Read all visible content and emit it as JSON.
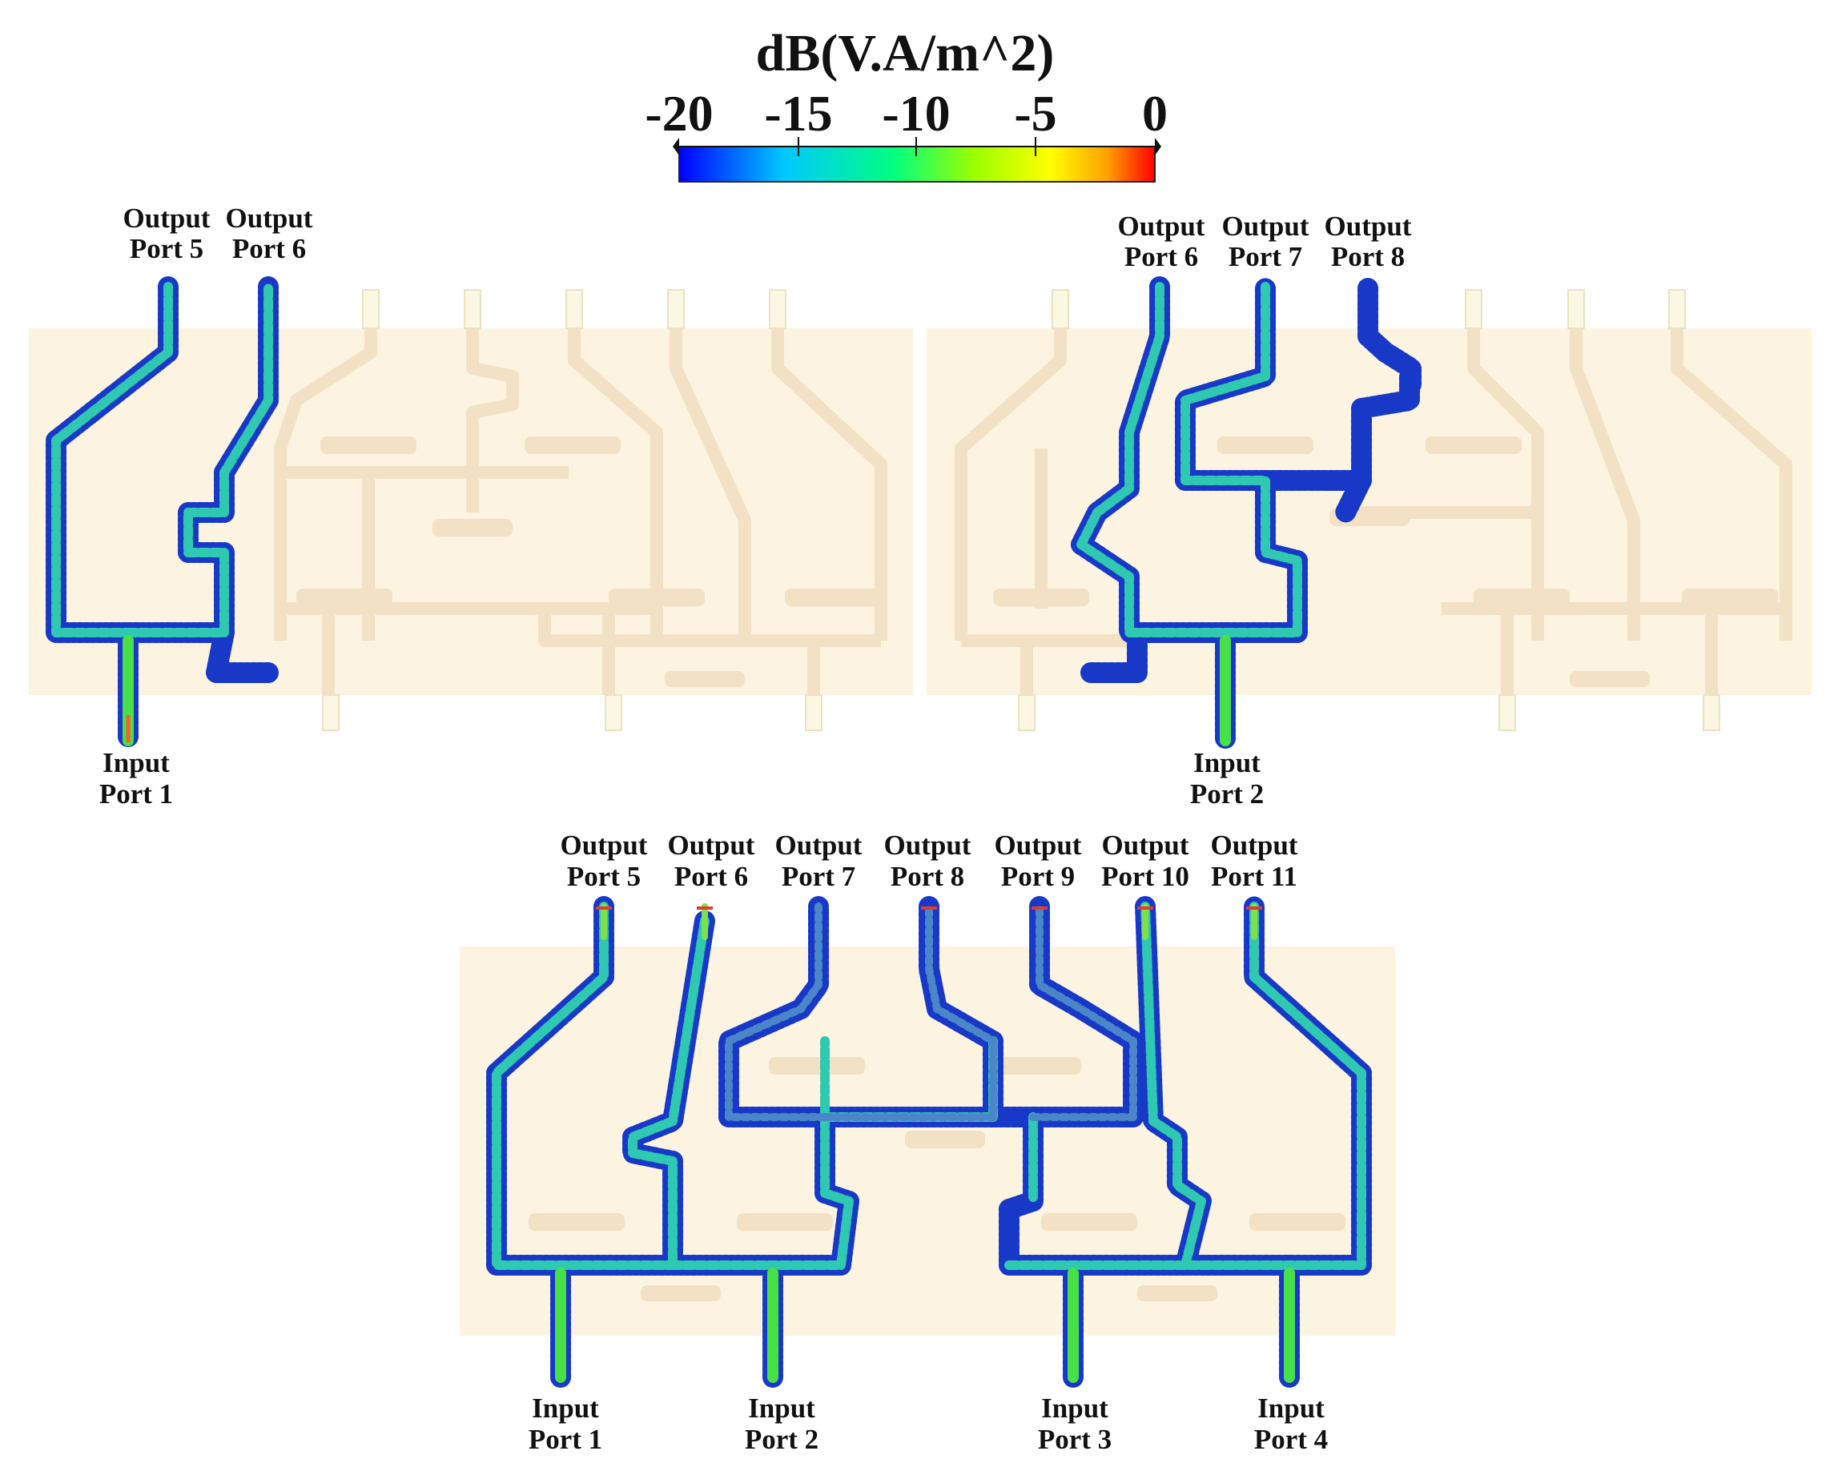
{
  "colorbar": {
    "unit": "dB(V.A/m^2)",
    "ticks": [
      "-20",
      "-15",
      "-10",
      "-5",
      "0"
    ],
    "range": [
      -20,
      0
    ],
    "colors": [
      "#0000ff",
      "#00c8ff",
      "#00ff80",
      "#9bff00",
      "#ffff00",
      "#ffa000",
      "#ff0000"
    ]
  },
  "colors": {
    "substrate": "#fcf3e0",
    "trace": "#f2e1c4",
    "pad": "#fbf7e2",
    "vector_low": "#1a3fd0",
    "vector_mid": "#22c8c0",
    "vector_high": "#40e040"
  },
  "panels": [
    {
      "id": "top-left",
      "output_labels": [
        {
          "line1": "Output",
          "line2": "Port 5"
        },
        {
          "line1": "Output",
          "line2": "Port 6"
        }
      ],
      "input_labels": [
        {
          "line1": "Input",
          "line2": "Port 1"
        }
      ]
    },
    {
      "id": "top-right",
      "output_labels": [
        {
          "line1": "Output",
          "line2": "Port 6"
        },
        {
          "line1": "Output",
          "line2": "Port 7"
        },
        {
          "line1": "Output",
          "line2": "Port 8"
        }
      ],
      "input_labels": [
        {
          "line1": "Input",
          "line2": "Port 2"
        }
      ]
    },
    {
      "id": "bottom",
      "output_labels": [
        {
          "line1": "Output",
          "line2": "Port 5"
        },
        {
          "line1": "Output",
          "line2": "Port 6"
        },
        {
          "line1": "Output",
          "line2": "Port 7"
        },
        {
          "line1": "Output",
          "line2": "Port 8"
        },
        {
          "line1": "Output",
          "line2": "Port 9"
        },
        {
          "line1": "Output",
          "line2": "Port 10"
        },
        {
          "line1": "Output",
          "line2": "Port 11"
        }
      ],
      "input_labels": [
        {
          "line1": "Input",
          "line2": "Port 1"
        },
        {
          "line1": "Input",
          "line2": "Port 2"
        },
        {
          "line1": "Input",
          "line2": "Port 3"
        },
        {
          "line1": "Input",
          "line2": "Port 4"
        }
      ]
    }
  ]
}
